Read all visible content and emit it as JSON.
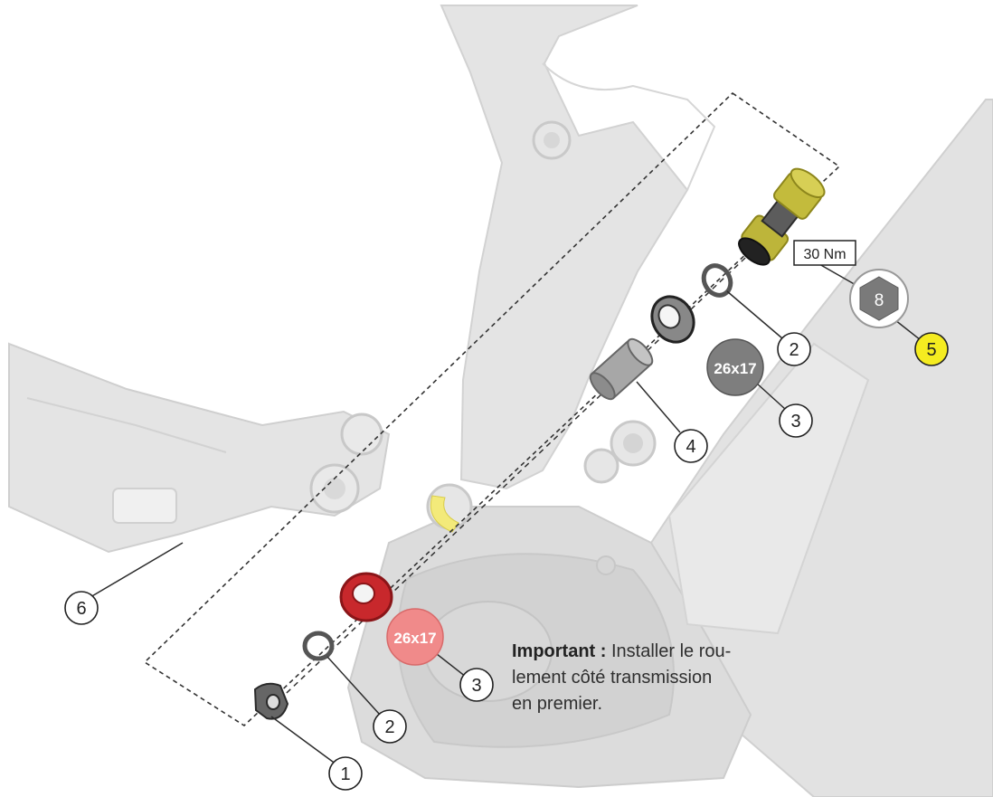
{
  "callouts": {
    "c1": "1",
    "c2a": "2",
    "c2b": "2",
    "c3a": "3",
    "c3b": "3",
    "c4": "4",
    "c5": "5",
    "c6": "6"
  },
  "bearings": {
    "upper_size": "26x17",
    "lower_size": "26x17"
  },
  "torque": {
    "value": "30 Nm",
    "hex_size": "8"
  },
  "note": {
    "heading": "Important :",
    "line1": "Installer le rou-",
    "line2": "lement côté transmission",
    "line3": "en premier."
  },
  "colors": {
    "frame": "#e3e3e3",
    "frame_edge": "#cfcfcf",
    "bolt": "#b9b036",
    "bearing_red": "#c8282c",
    "bearing_lower_badge": "#f08a8a",
    "bearing_upper_badge": "#7e7e7e",
    "torque_badge": "#f5ec20"
  }
}
